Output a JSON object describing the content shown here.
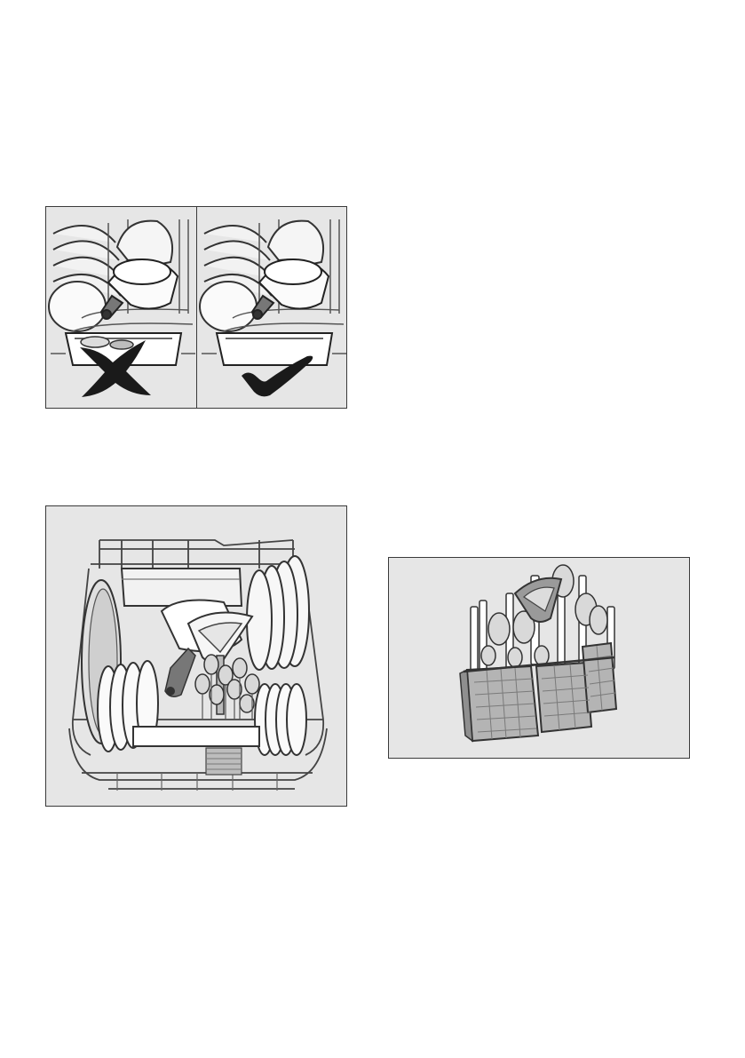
{
  "figures": [
    {
      "id": "loading-right-wrong",
      "panels": [
        "wrong-icon",
        "correct-icon"
      ]
    },
    {
      "id": "lower-basket"
    },
    {
      "id": "cutlery-basket"
    }
  ],
  "colors": {
    "frame_border": "#3a3a3a",
    "figure_background": "#e6e6e6",
    "line_art": "#333333",
    "mark": "#1a1a1a"
  }
}
